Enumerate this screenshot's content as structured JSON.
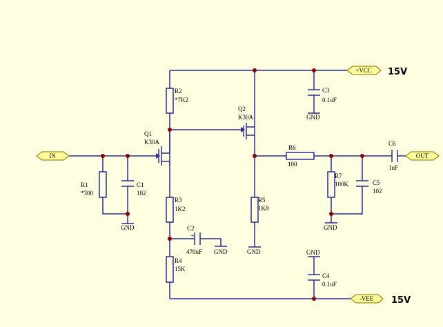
{
  "ports": {
    "in": "IN",
    "out": "OUT",
    "vcc": "+VCC",
    "vee": "-VEE"
  },
  "supply": {
    "vcc_voltage": "15V",
    "vee_voltage": "15V"
  },
  "components": {
    "q1": {
      "ref": "Q1",
      "value": "K30A"
    },
    "q2": {
      "ref": "Q2",
      "value": "K30A"
    },
    "r1": {
      "ref": "R1",
      "value": "*300"
    },
    "r2": {
      "ref": "R2",
      "value": "*7K2"
    },
    "r3": {
      "ref": "R3",
      "value": "1K2"
    },
    "r4": {
      "ref": "R4",
      "value": "15K"
    },
    "r5": {
      "ref": "R5",
      "value": "1K8"
    },
    "r6": {
      "ref": "R6",
      "value": "100"
    },
    "r7": {
      "ref": "R7",
      "value": "100K"
    },
    "c1": {
      "ref": "C1",
      "value": "102"
    },
    "c2": {
      "ref": "C2",
      "value": "470uF"
    },
    "c3": {
      "ref": "C3",
      "value": "0.1uF"
    },
    "c4": {
      "ref": "C4",
      "value": "0.1uF"
    },
    "c5": {
      "ref": "C5",
      "value": "102"
    },
    "c6": {
      "ref": "C6",
      "value": "1uF"
    }
  },
  "gnd_label": "GND",
  "c2_polarity": "+",
  "colors": {
    "background": "#fdfde0",
    "wire": "#2a2a99",
    "junction": "#8b0000",
    "port_fill": "#ffff99"
  }
}
